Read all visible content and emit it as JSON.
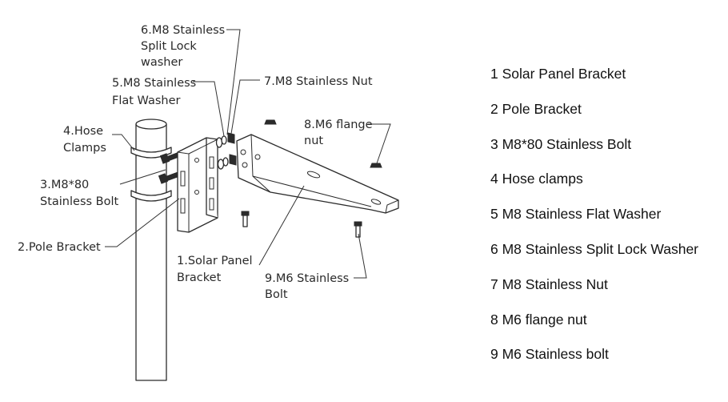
{
  "callouts": {
    "c6_l1": "6.M8 Stainless",
    "c6_l2": "Split Lock",
    "c6_l3": "washer",
    "c7": "7.M8 Stainless Nut",
    "c5_l1": "5.M8 Stainless",
    "c5_l2": "Flat Washer",
    "c8_l1": "8.M6 flange",
    "c8_l2": "nut",
    "c4_l1": "4.Hose",
    "c4_l2": "Clamps",
    "c3_l1": "3.M8*80",
    "c3_l2": "Stainless Bolt",
    "c2": "2.Pole Bracket",
    "c1_l1": "1.Solar Panel",
    "c1_l2": "Bracket",
    "c9_l1": "9.M6 Stainless",
    "c9_l2": "Bolt"
  },
  "legend": [
    "1 Solar Panel Bracket",
    "2 Pole Bracket",
    "3 M8*80 Stainless Bolt",
    "4 Hose clamps",
    "5 M8 Stainless Flat Washer",
    "6 M8 Stainless Split Lock Washer",
    "7 M8 Stainless Nut",
    "8 M6 flange nut",
    "9 M6 Stainless bolt"
  ]
}
